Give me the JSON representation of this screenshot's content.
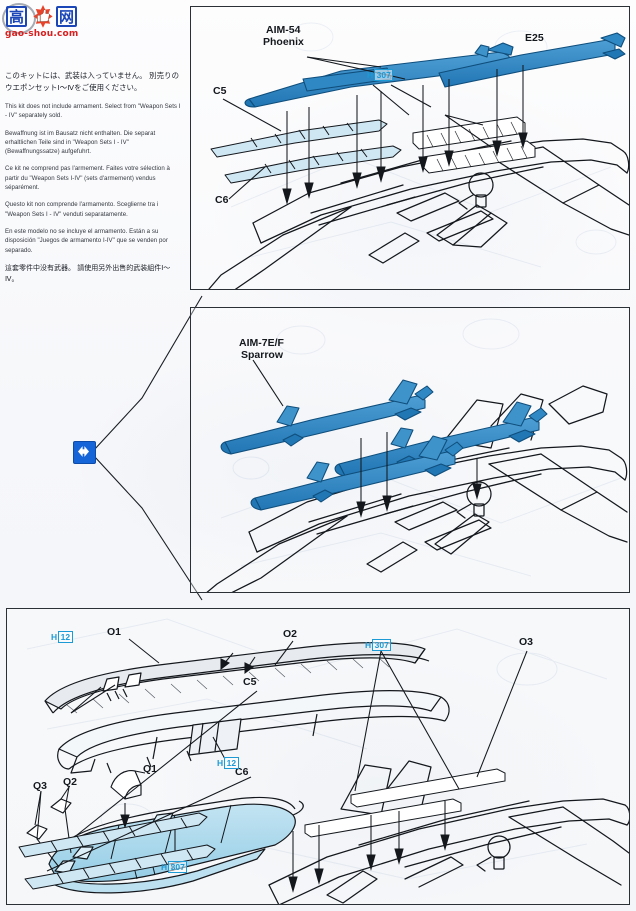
{
  "logo": {
    "char_left": "高",
    "char_right": "网",
    "icon": "hand-thumbs-up-icon",
    "domain_text": "gao-shou.com",
    "color_blue": "#1a46b8",
    "color_red": "#d81e1e"
  },
  "notes": {
    "japanese": "このキットには、武装は入っていません。\n別売りのウエポンセットⅠ～Ⅳをご使用ください。",
    "english": "This kit does not include armament.\nSelect from \"Weapon Sets I - IV\" separately  sold.",
    "german": "Bewaffnung ist im Bausatz nicht enthalten.\nDie separat erhaltlichen Teile sind in \"Weapon Sets I - IV\"\n(Bewaffnungssatze) aufgefuhrt.",
    "french": "Ce kit ne comprend pas l'armement. Faites votre\nsélection à partir du \"Weapon Sets I-IV\" (sets d'armement)\nvendus séparément.",
    "italian": "Questo kit non comprende l'armamento.   Sceglierne tra i\n\"Weapon Sets I - IV\" venduti separatamente.",
    "spanish": "En este modelo no se incluye el armamento.\nEstán a su disposición \"Juegos de armamento I-IV\" que\nse venden por separado.",
    "chinese": "這套零件中没有武器。\n請使用另外出售的武装組件Ⅰ～Ⅳ。"
  },
  "link_icon": {
    "name": "left-right-arrow-icon",
    "color": "#1565d8"
  },
  "panels": [
    {
      "id": "panel-1",
      "name": "phoenix-loadout-panel",
      "labels": [
        {
          "text": "AIM-54",
          "name": "label-aim54"
        },
        {
          "text": "Phoenix",
          "name": "label-phoenix"
        },
        {
          "text": "E25",
          "name": "label-e25"
        },
        {
          "text": "C5",
          "name": "label-c5"
        },
        {
          "text": "C6",
          "name": "label-c6"
        }
      ],
      "htags": [
        {
          "letter": "H",
          "num": "307",
          "name": "htag-h307"
        }
      ]
    },
    {
      "id": "panel-2",
      "name": "sparrow-loadout-panel",
      "labels": [
        {
          "text": "AIM-7E/F",
          "name": "label-aim7ef"
        },
        {
          "text": "Sparrow",
          "name": "label-sparrow"
        }
      ],
      "htags": []
    },
    {
      "id": "panel-3",
      "name": "fuel-tank-and-pylon-panel",
      "labels": [
        {
          "text": "O1",
          "name": "label-o1-top"
        },
        {
          "text": "O2",
          "name": "label-o2-top"
        },
        {
          "text": "O3",
          "name": "label-o3"
        },
        {
          "text": "C5",
          "name": "label-c5-bottom"
        },
        {
          "text": "C6",
          "name": "label-c6-bottom"
        },
        {
          "text": "Q1",
          "name": "label-q1"
        },
        {
          "text": "Q2",
          "name": "label-q2"
        },
        {
          "text": "Q3",
          "name": "label-q3"
        }
      ],
      "htags": [
        {
          "letter": "H",
          "num": "12",
          "name": "htag-h12-upper"
        },
        {
          "letter": "H",
          "num": "12",
          "name": "htag-h12-lower"
        },
        {
          "letter": "H",
          "num": "307",
          "name": "htag-h307-pylon"
        },
        {
          "letter": "H",
          "num": "307",
          "name": "htag-h307-tank"
        }
      ]
    }
  ],
  "colors": {
    "missile_blue": "#2e8bc8",
    "missile_blue_dark": "#1f6ea6",
    "part_light_blue": "#a8d5e8",
    "part_pale_blue": "#cfe7f3",
    "outline": "#14181d",
    "tag_cyan": "#1b9ad6",
    "panel_border": "#2b2f36"
  }
}
